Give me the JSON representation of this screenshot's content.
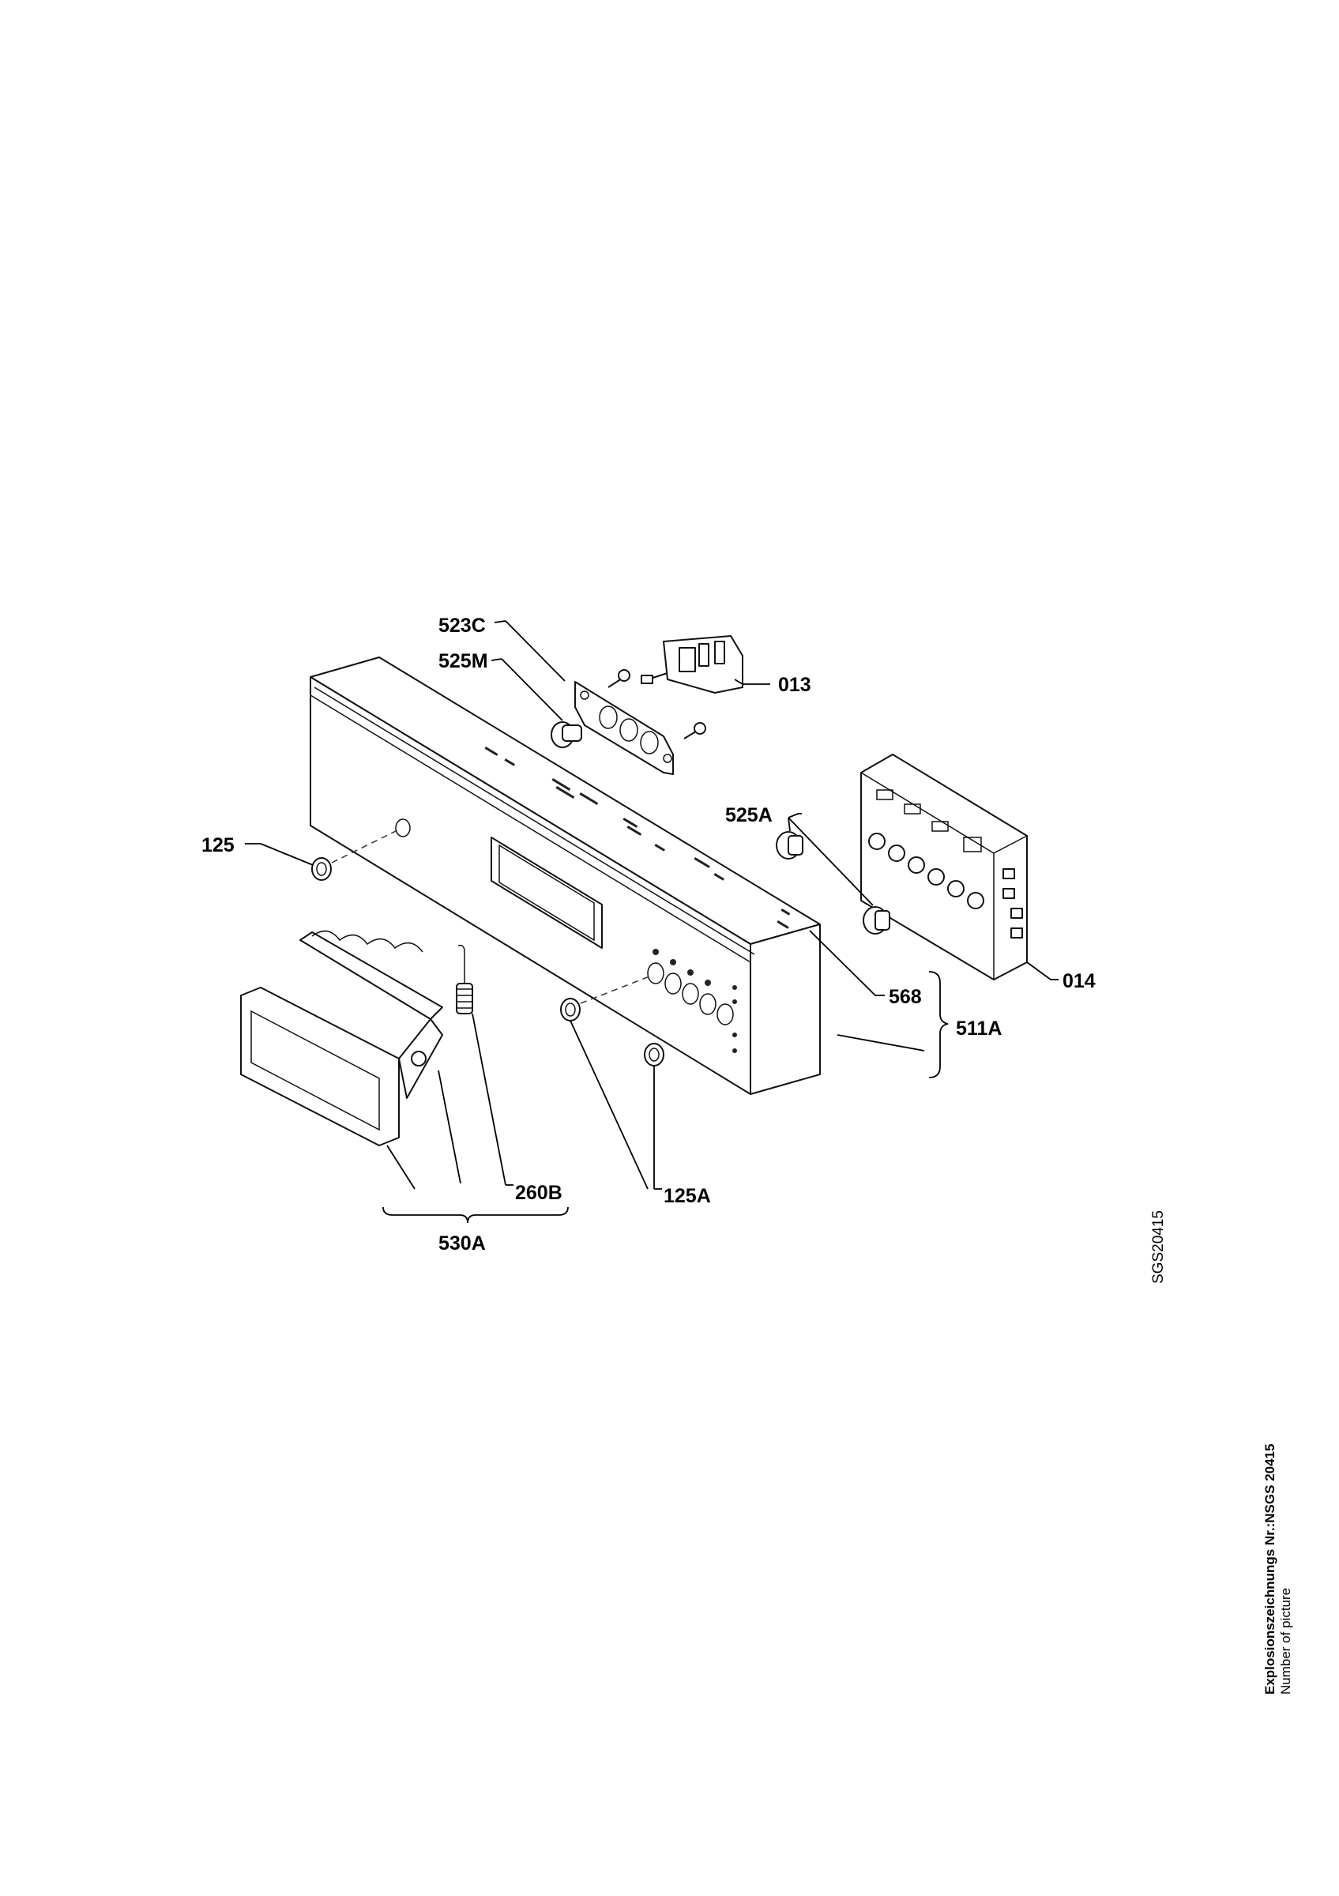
{
  "labels": {
    "l523c": "523C",
    "l525m": "525M",
    "l013": "013",
    "l525a": "525A",
    "l125": "125",
    "l014": "014",
    "l568": "568",
    "l511a": "511A",
    "l260b": "260B",
    "l125a": "125A",
    "l530a": "530A"
  },
  "drawing_code": "SGS20415",
  "caption": {
    "title": "Explosionszeichnungs Nr.:NSGS 20415",
    "subtitle": "Number of picture"
  }
}
